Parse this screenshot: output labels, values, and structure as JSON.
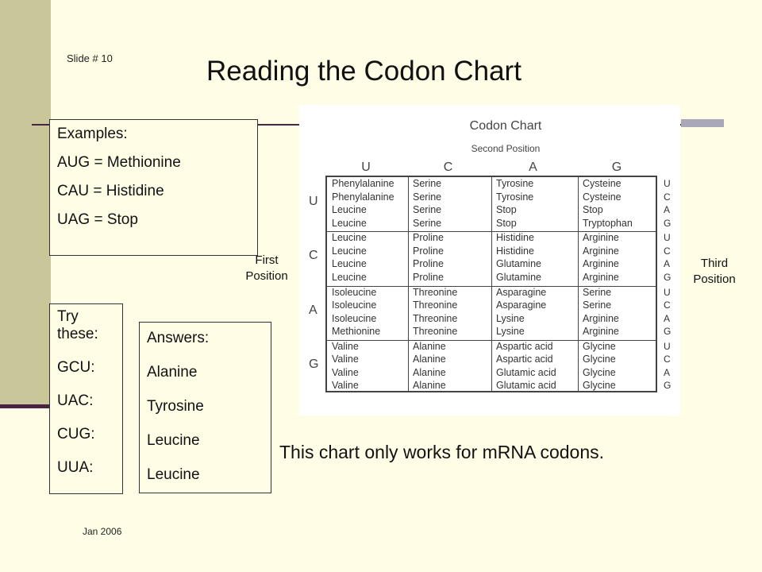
{
  "slide": {
    "number": "Slide # 10",
    "title": "Reading the Codon Chart",
    "date": "Jan 2006",
    "footnote": "This chart only works for mRNA codons."
  },
  "examples": [
    "Examples:",
    "AUG = Methionine",
    "CAU = Histidine",
    "UAG = Stop"
  ],
  "try_these": [
    "Try these:",
    "GCU:",
    "UAC:",
    "CUG:",
    "UUA:"
  ],
  "answers": [
    "Answers:",
    "Alanine",
    "Tyrosine",
    "Leucine",
    "Leucine"
  ],
  "labels": {
    "first_position": "First Position",
    "third_position": "Third Position"
  },
  "codon_chart": {
    "title": "Codon Chart",
    "subtitle": "Second Position",
    "columns": [
      "U",
      "C",
      "A",
      "G"
    ],
    "rows": [
      "U",
      "C",
      "A",
      "G"
    ],
    "third": [
      "U",
      "C",
      "A",
      "G"
    ],
    "cells": [
      [
        [
          "Phenylalanine",
          "Phenylalanine",
          "Leucine",
          "Leucine"
        ],
        [
          "Serine",
          "Serine",
          "Serine",
          "Serine"
        ],
        [
          "Tyrosine",
          "Tyrosine",
          "Stop",
          "Stop"
        ],
        [
          "Cysteine",
          "Cysteine",
          "Stop",
          "Tryptophan"
        ]
      ],
      [
        [
          "Leucine",
          "Leucine",
          "Leucine",
          "Leucine"
        ],
        [
          "Proline",
          "Proline",
          "Proline",
          "Proline"
        ],
        [
          "Histidine",
          "Histidine",
          "Glutamine",
          "Glutamine"
        ],
        [
          "Arginine",
          "Arginine",
          "Arginine",
          "Arginine"
        ]
      ],
      [
        [
          "Isoleucine",
          "Isoleucine",
          "Isoleucine",
          "Methionine"
        ],
        [
          "Threonine",
          "Threonine",
          "Threonine",
          "Threonine"
        ],
        [
          "Asparagine",
          "Asparagine",
          "Lysine",
          "Lysine"
        ],
        [
          "Serine",
          "Serine",
          "Arginine",
          "Arginine"
        ]
      ],
      [
        [
          "Valine",
          "Valine",
          "Valine",
          "Valine"
        ],
        [
          "Alanine",
          "Alanine",
          "Alanine",
          "Alanine"
        ],
        [
          "Aspartic acid",
          "Aspartic acid",
          "Glutamic acid",
          "Glutamic acid"
        ],
        [
          "Glycine",
          "Glycine",
          "Glycine",
          "Glycine"
        ]
      ]
    ]
  }
}
